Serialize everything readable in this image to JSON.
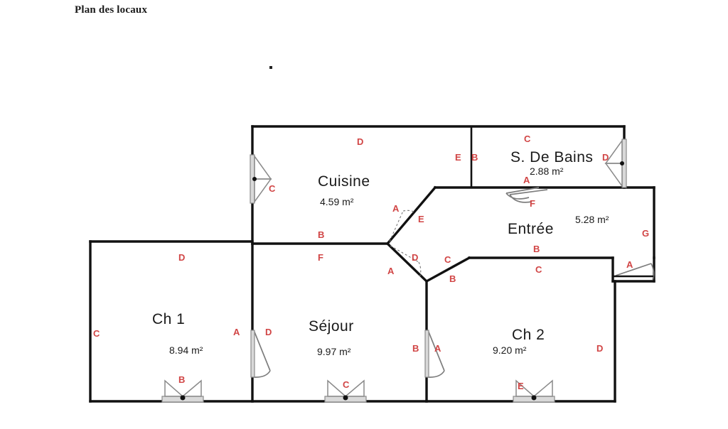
{
  "document": {
    "title": "Plan des locaux"
  },
  "plan": {
    "unit_suffix": "m²",
    "label_color": "#d14545",
    "wall_color": "#111111",
    "symbol_color": "#8a8a8a",
    "rooms": [
      {
        "id": "cuisine",
        "name": "Cuisine",
        "area": "4.59 m²"
      },
      {
        "id": "sdb",
        "name": "S. De Bains",
        "area": "2.88 m²"
      },
      {
        "id": "entree",
        "name": "Entrée",
        "area": "5.28 m²"
      },
      {
        "id": "ch1",
        "name": "Ch 1",
        "area": "8.94 m²"
      },
      {
        "id": "sejour",
        "name": "Séjour",
        "area": "9.97 m²"
      },
      {
        "id": "ch2",
        "name": "Ch 2",
        "area": "9.20 m²"
      }
    ],
    "wall_labels": [
      {
        "id": "cuisine-d",
        "text": "D"
      },
      {
        "id": "cuisine-c",
        "text": "C"
      },
      {
        "id": "cuisine-b",
        "text": "B"
      },
      {
        "id": "cuisine-e",
        "text": "E"
      },
      {
        "id": "cuisine-a",
        "text": "A"
      },
      {
        "id": "cuisine-e2",
        "text": "E"
      },
      {
        "id": "sdb-c",
        "text": "C"
      },
      {
        "id": "sdb-b",
        "text": "B"
      },
      {
        "id": "sdb-d",
        "text": "D"
      },
      {
        "id": "sdb-a",
        "text": "A"
      },
      {
        "id": "entree-f",
        "text": "F"
      },
      {
        "id": "entree-g",
        "text": "G"
      },
      {
        "id": "entree-b",
        "text": "B"
      },
      {
        "id": "entree-a",
        "text": "A"
      },
      {
        "id": "ch1-d",
        "text": "D"
      },
      {
        "id": "ch1-c",
        "text": "C"
      },
      {
        "id": "ch1-a",
        "text": "A"
      },
      {
        "id": "ch1-b",
        "text": "B"
      },
      {
        "id": "sejour-d",
        "text": "D"
      },
      {
        "id": "sejour-f",
        "text": "F"
      },
      {
        "id": "sejour-a",
        "text": "A"
      },
      {
        "id": "sejour-d2",
        "text": "D"
      },
      {
        "id": "sejour-b",
        "text": "B"
      },
      {
        "id": "sejour-c",
        "text": "C"
      },
      {
        "id": "ch2-c",
        "text": "C"
      },
      {
        "id": "ch2-b",
        "text": "B"
      },
      {
        "id": "ch2-c2",
        "text": "C"
      },
      {
        "id": "ch2-a",
        "text": "A"
      },
      {
        "id": "ch2-d",
        "text": "D"
      },
      {
        "id": "ch2-e",
        "text": "E"
      }
    ]
  }
}
